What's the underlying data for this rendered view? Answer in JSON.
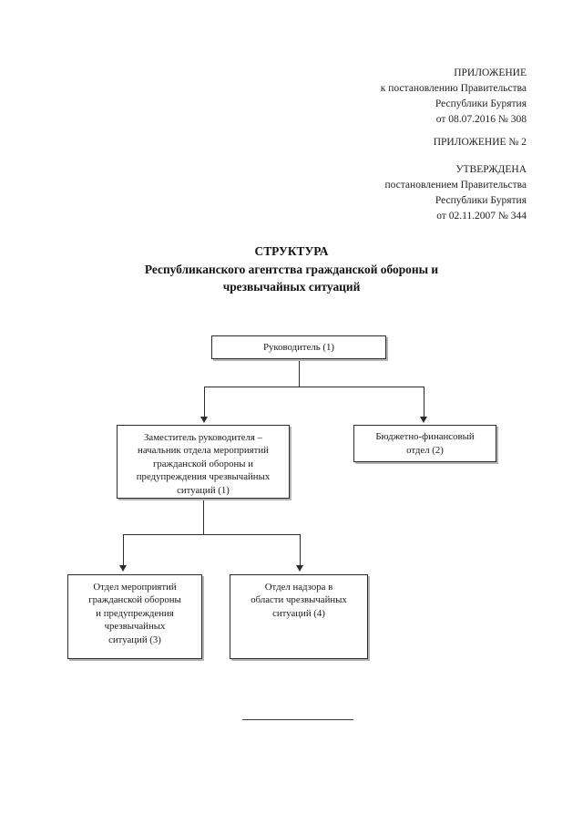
{
  "document": {
    "approval_blocks": [
      {
        "id": "approval-block-1",
        "lines": [
          "ПРИЛОЖЕНИЕ",
          "к постановлению Правительства",
          "Республики Бурятия",
          "от 08.07.2016  № 308"
        ]
      },
      {
        "id": "approval-block-2",
        "lines": [
          "ПРИЛОЖЕНИЕ № 2"
        ]
      },
      {
        "id": "approval-block-3",
        "lines": [
          "УТВЕРЖДЕНА",
          "постановлением Правительства",
          "Республики Бурятия",
          "от 02.11.2007 № 344"
        ]
      }
    ],
    "title": {
      "lines": [
        "СТРУКТУРА",
        "Республиканского агентства гражданской обороны и",
        "чрезвычайных ситуаций"
      ]
    },
    "footer_rule": "———————————"
  },
  "chart_data": {
    "type": "diagram",
    "title": "Структура Республиканского агентства гражданской обороны и чрезвычайных ситуаций",
    "orientation": "top-down",
    "nodes": [
      {
        "id": "node-head",
        "level": 1,
        "lines": [
          "Руководитель (1)"
        ],
        "staff_count": 1
      },
      {
        "id": "node-deputy",
        "level": 2,
        "lines": [
          "Заместитель руководителя –",
          "начальник отдела мероприятий",
          "гражданской обороны и",
          "предупреждения чрезвычайных",
          "ситуаций (1)"
        ],
        "staff_count": 1
      },
      {
        "id": "node-finance",
        "level": 2,
        "lines": [
          "Бюджетно-финансовый",
          "отдел (2)"
        ],
        "staff_count": 2
      },
      {
        "id": "node-dept-go",
        "level": 3,
        "lines": [
          "Отдел мероприятий",
          "гражданской обороны",
          "и предупреждения",
          "чрезвычайных",
          "ситуаций (3)"
        ],
        "staff_count": 3
      },
      {
        "id": "node-dept-sup",
        "level": 3,
        "lines": [
          "Отдел надзора в",
          "области чрезвычайных",
          "ситуаций (4)"
        ],
        "staff_count": 4
      }
    ],
    "edges": [
      {
        "from": "node-head",
        "to": "node-deputy",
        "style": "elbow-arrow"
      },
      {
        "from": "node-head",
        "to": "node-finance",
        "style": "elbow-arrow"
      },
      {
        "from": "node-deputy",
        "to": "node-dept-go",
        "style": "elbow-arrow"
      },
      {
        "from": "node-deputy",
        "to": "node-dept-sup",
        "style": "elbow-arrow"
      }
    ],
    "colors": {
      "line": "#2b2b2b",
      "node_fill": "#ffffff",
      "node_shadow": "#b5b5b5",
      "text": "#1a1a1a",
      "page_background": "#ffffff"
    }
  }
}
